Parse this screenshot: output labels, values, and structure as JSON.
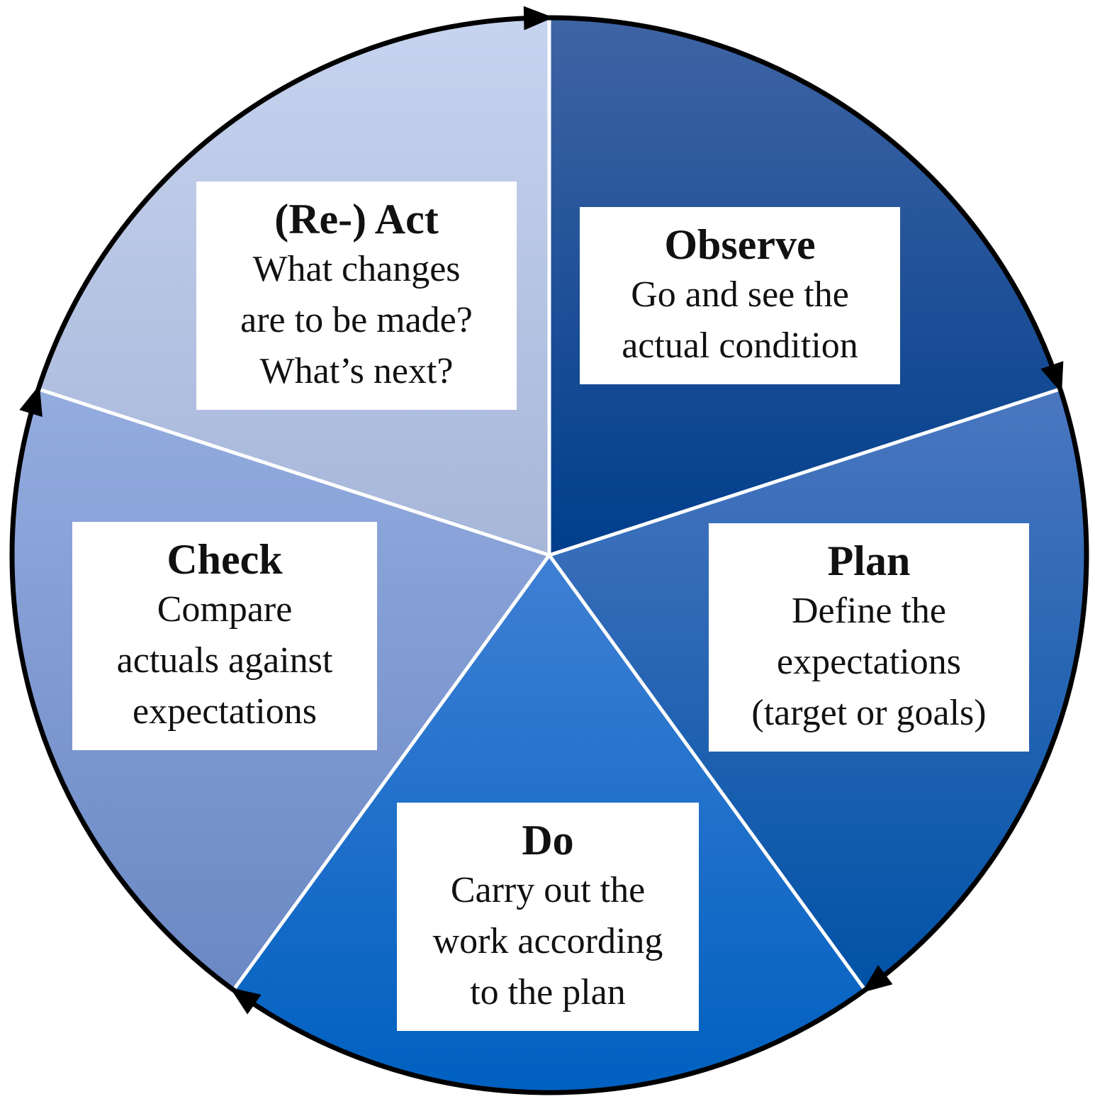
{
  "colors": {
    "observe": [
      "#3f64a4",
      "#003e8c"
    ],
    "plan": [
      "#4b77c0",
      "#0052a6"
    ],
    "do": [
      "#3f80d4",
      "#0060c0"
    ],
    "check": [
      "#94acdf",
      "#6a88c4"
    ],
    "act": [
      "#c7d3ef",
      "#a6b6d9"
    ],
    "ring": "#000000",
    "divider": "#ffffff"
  },
  "stages": [
    {
      "key": "observe",
      "title": "Observe",
      "desc": "Go and see the\nactual condition"
    },
    {
      "key": "plan",
      "title": "Plan",
      "desc": "Define the\nexpectations\n(target or goals)"
    },
    {
      "key": "do",
      "title": "Do",
      "desc": "Carry out the\nwork according\nto the plan"
    },
    {
      "key": "check",
      "title": "Check",
      "desc": "Compare\nactuals against\nexpectations"
    },
    {
      "key": "act",
      "title": "(Re-) Act",
      "desc": "What changes\nare to be made?\nWhat’s next?"
    }
  ]
}
